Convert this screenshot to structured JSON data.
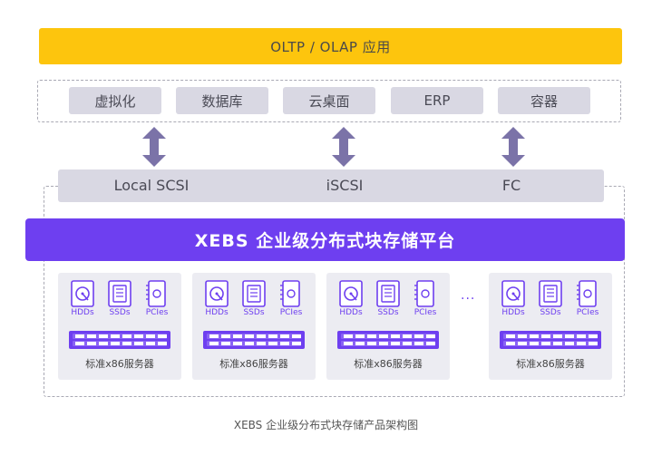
{
  "top": {
    "label": "OLTP / OLAP 应用"
  },
  "apps": [
    "虚拟化",
    "数据库",
    "云桌面",
    "ERP",
    "容器"
  ],
  "protocols": [
    "Local SCSI",
    "iSCSI",
    "FC"
  ],
  "platform": {
    "title": "XEBS 企业级分布式块存储平台"
  },
  "servers": {
    "label": "标准x86服务器",
    "devices": [
      "HDDs",
      "SSDs",
      "PCIes"
    ],
    "ellipsis": "..."
  },
  "caption": "XEBS 企业级分布式块存储产品架构图",
  "colors": {
    "accent_yellow": "#fdc50d",
    "accent_purple": "#6e3ff0",
    "arrow_purple": "#7b73a8",
    "box_gray": "#d9d8e3",
    "server_bg": "#ececf2"
  }
}
